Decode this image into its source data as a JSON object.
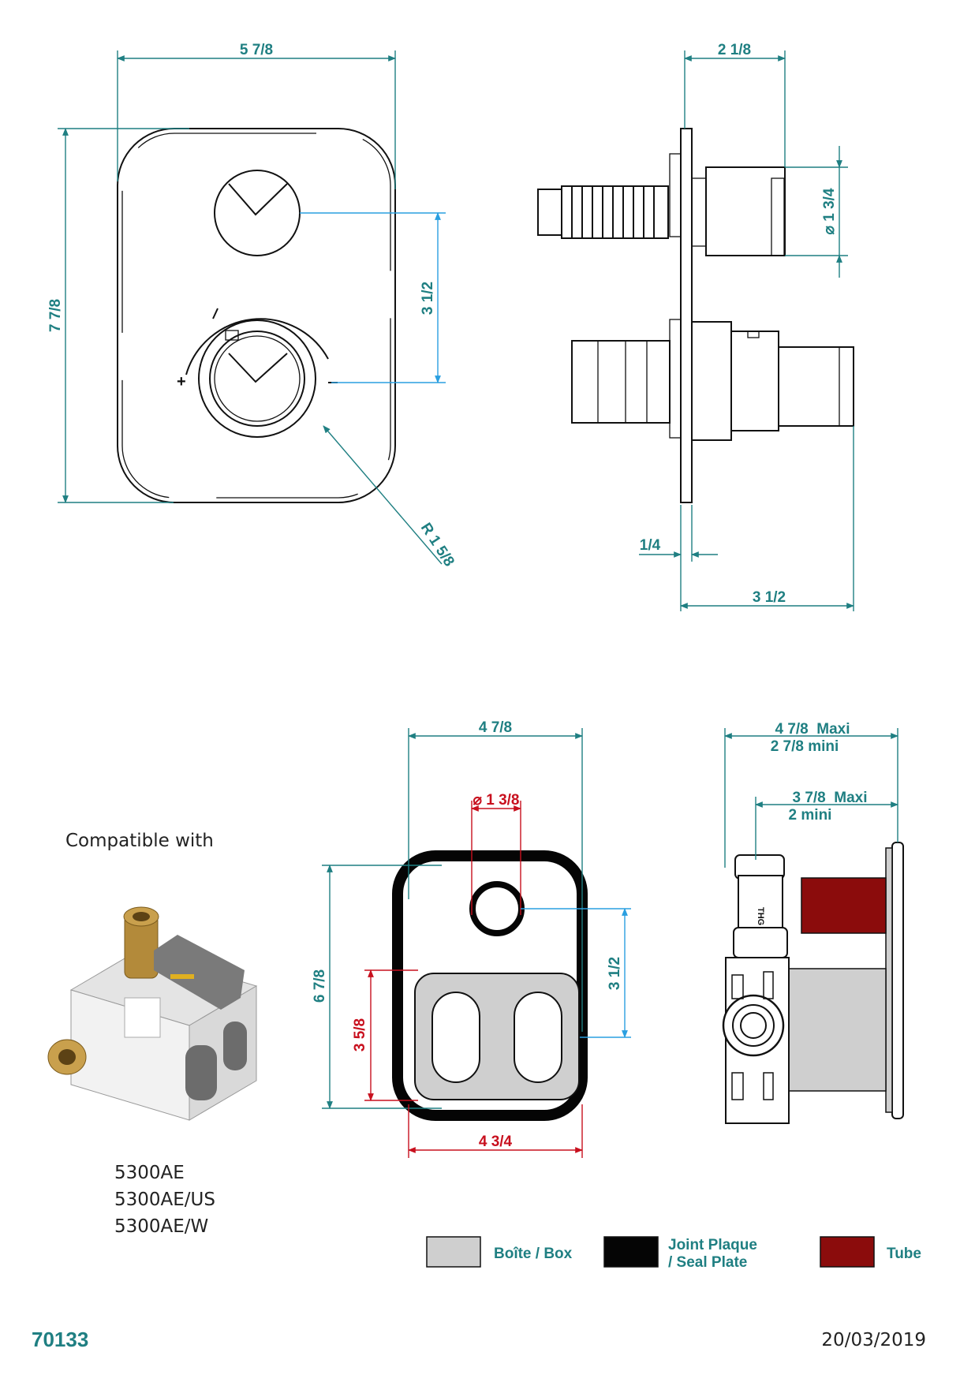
{
  "top_front": {
    "width": "5 7/8",
    "height": "7 7/8",
    "spacing": "3 1/2",
    "radius": "R 1 5/8"
  },
  "top_side": {
    "depth": "2 1/8",
    "diameter": "1 3/4",
    "plate": "1/4",
    "projection": "3 1/2"
  },
  "box_front": {
    "width": "4 7/8",
    "hole_dia": "1 3/8",
    "height": "6 7/8",
    "spacing": "3 1/2",
    "inner_height": "3 5/8",
    "inner_width": "4 3/4"
  },
  "box_side": {
    "maxi1": "4 7/8  Maxi",
    "mini1": "2 7/8 mini",
    "maxi2": "3 7/8  Maxi",
    "mini2": "2 mini"
  },
  "compat": {
    "title": "Compatible with",
    "model1": "5300AE",
    "model2": "5300AE/US",
    "model3": "5300AE/W"
  },
  "legend": {
    "box": "Boîte / Box",
    "seal1": "Joint Plaque",
    "seal2": "/ Seal Plate",
    "tube": "Tube"
  },
  "footer": {
    "ref": "70133",
    "date": "20/03/2019"
  },
  "colors": {
    "box": "#cfcfcf",
    "seal": "#050505",
    "tube": "#8b0c0c",
    "dim": "#1f7f82",
    "blue": "#2a9fe0",
    "red": "#c8101e"
  }
}
